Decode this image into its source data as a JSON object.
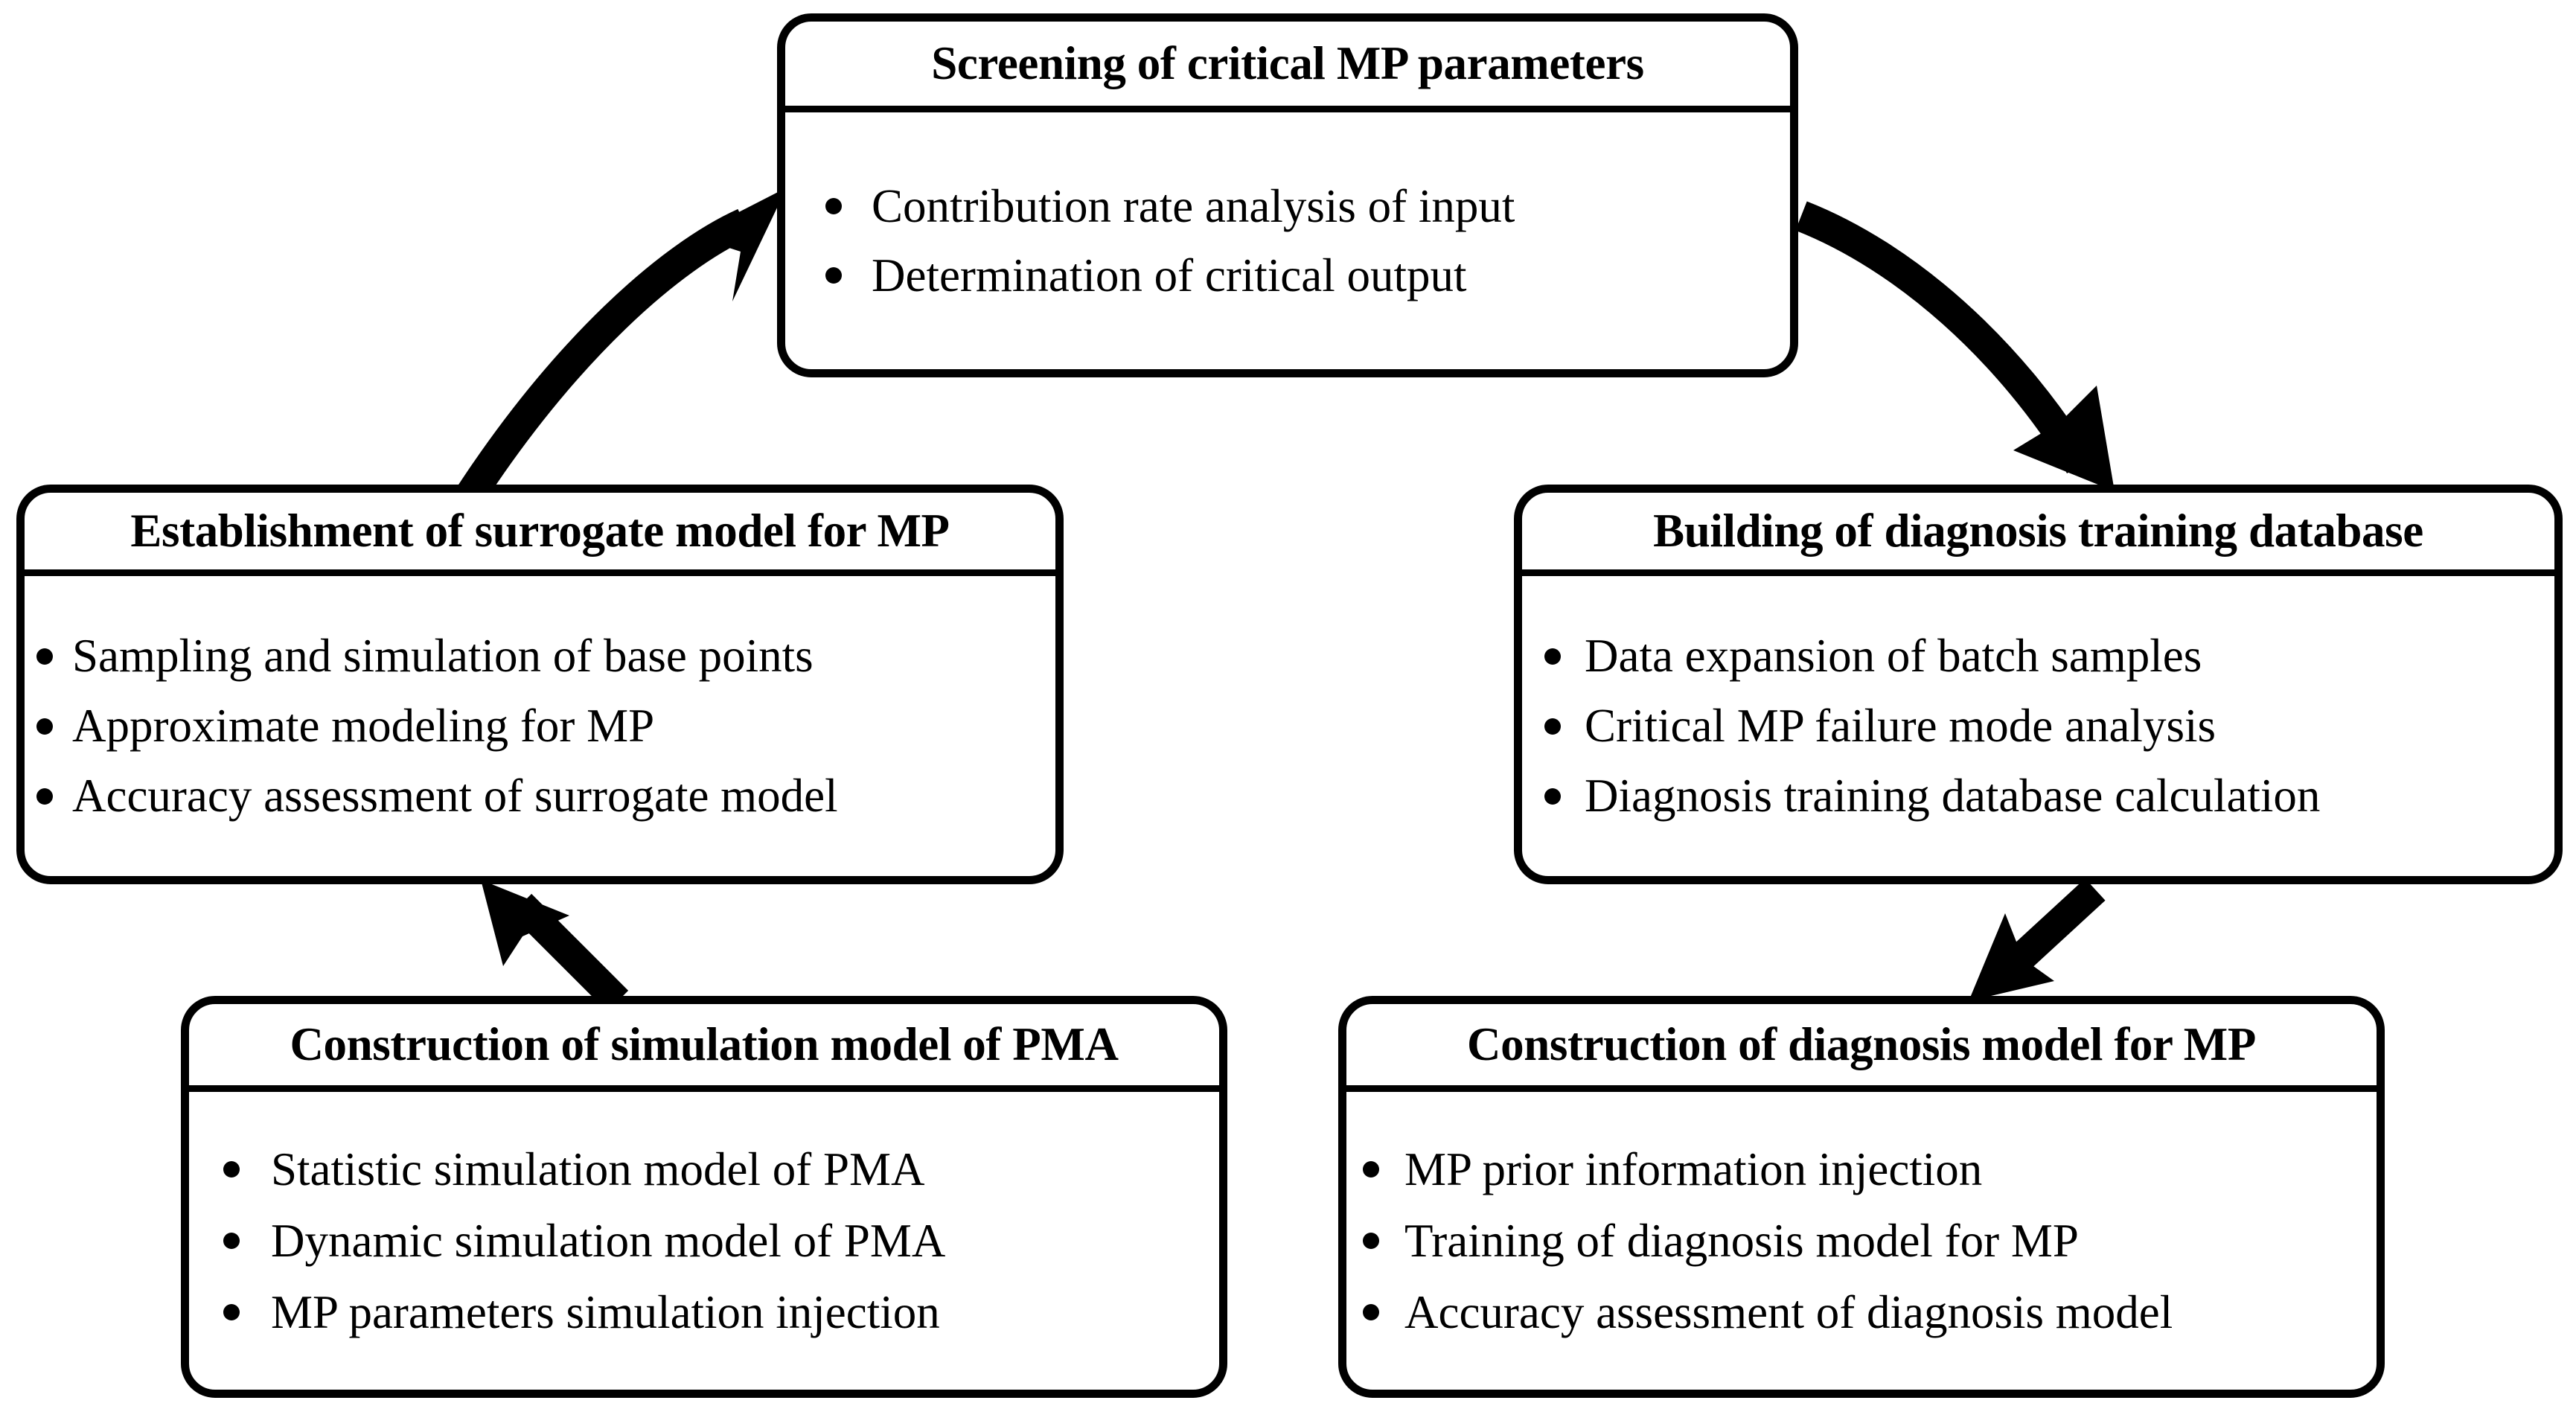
{
  "diagram": {
    "type": "flowchart",
    "title": "",
    "colors": {
      "stroke": "#000000",
      "fill": "#ffffff",
      "text": "#000000"
    },
    "nodes": [
      {
        "id": "screening",
        "title": "Screening of critical MP parameters",
        "items": [
          "Contribution rate analysis of input",
          "Determination of critical output"
        ]
      },
      {
        "id": "surrogate",
        "title": "Establishment of surrogate model for MP",
        "items": [
          "Sampling and simulation of base points",
          "Approximate modeling for MP",
          "Accuracy assessment of surrogate model"
        ]
      },
      {
        "id": "database",
        "title": "Building of diagnosis training database",
        "items": [
          "Data expansion of batch samples",
          "Critical MP failure mode analysis",
          "Diagnosis training database calculation"
        ]
      },
      {
        "id": "simulation",
        "title": "Construction of simulation model of PMA",
        "items": [
          "Statistic simulation model of PMA",
          "Dynamic simulation model of PMA",
          "MP parameters simulation injection"
        ]
      },
      {
        "id": "diagnosis",
        "title": "Construction of diagnosis model  for MP",
        "items": [
          "MP prior information injection",
          " Training of diagnosis model for MP",
          "Accuracy assessment of diagnosis model"
        ]
      }
    ],
    "edges": [
      {
        "id": "edge-simulation-to-surrogate",
        "from": "simulation",
        "to": "surrogate",
        "style": "straight-arrow",
        "direction": "up-left"
      },
      {
        "id": "edge-surrogate-to-screening",
        "from": "surrogate",
        "to": "screening",
        "style": "curved-arrow",
        "direction": "up-right"
      },
      {
        "id": "edge-screening-to-database",
        "from": "screening",
        "to": "database",
        "style": "curved-arrow",
        "direction": "down-right"
      },
      {
        "id": "edge-database-to-diagnosis",
        "from": "database",
        "to": "diagnosis",
        "style": "straight-arrow",
        "direction": "down-left"
      }
    ]
  }
}
